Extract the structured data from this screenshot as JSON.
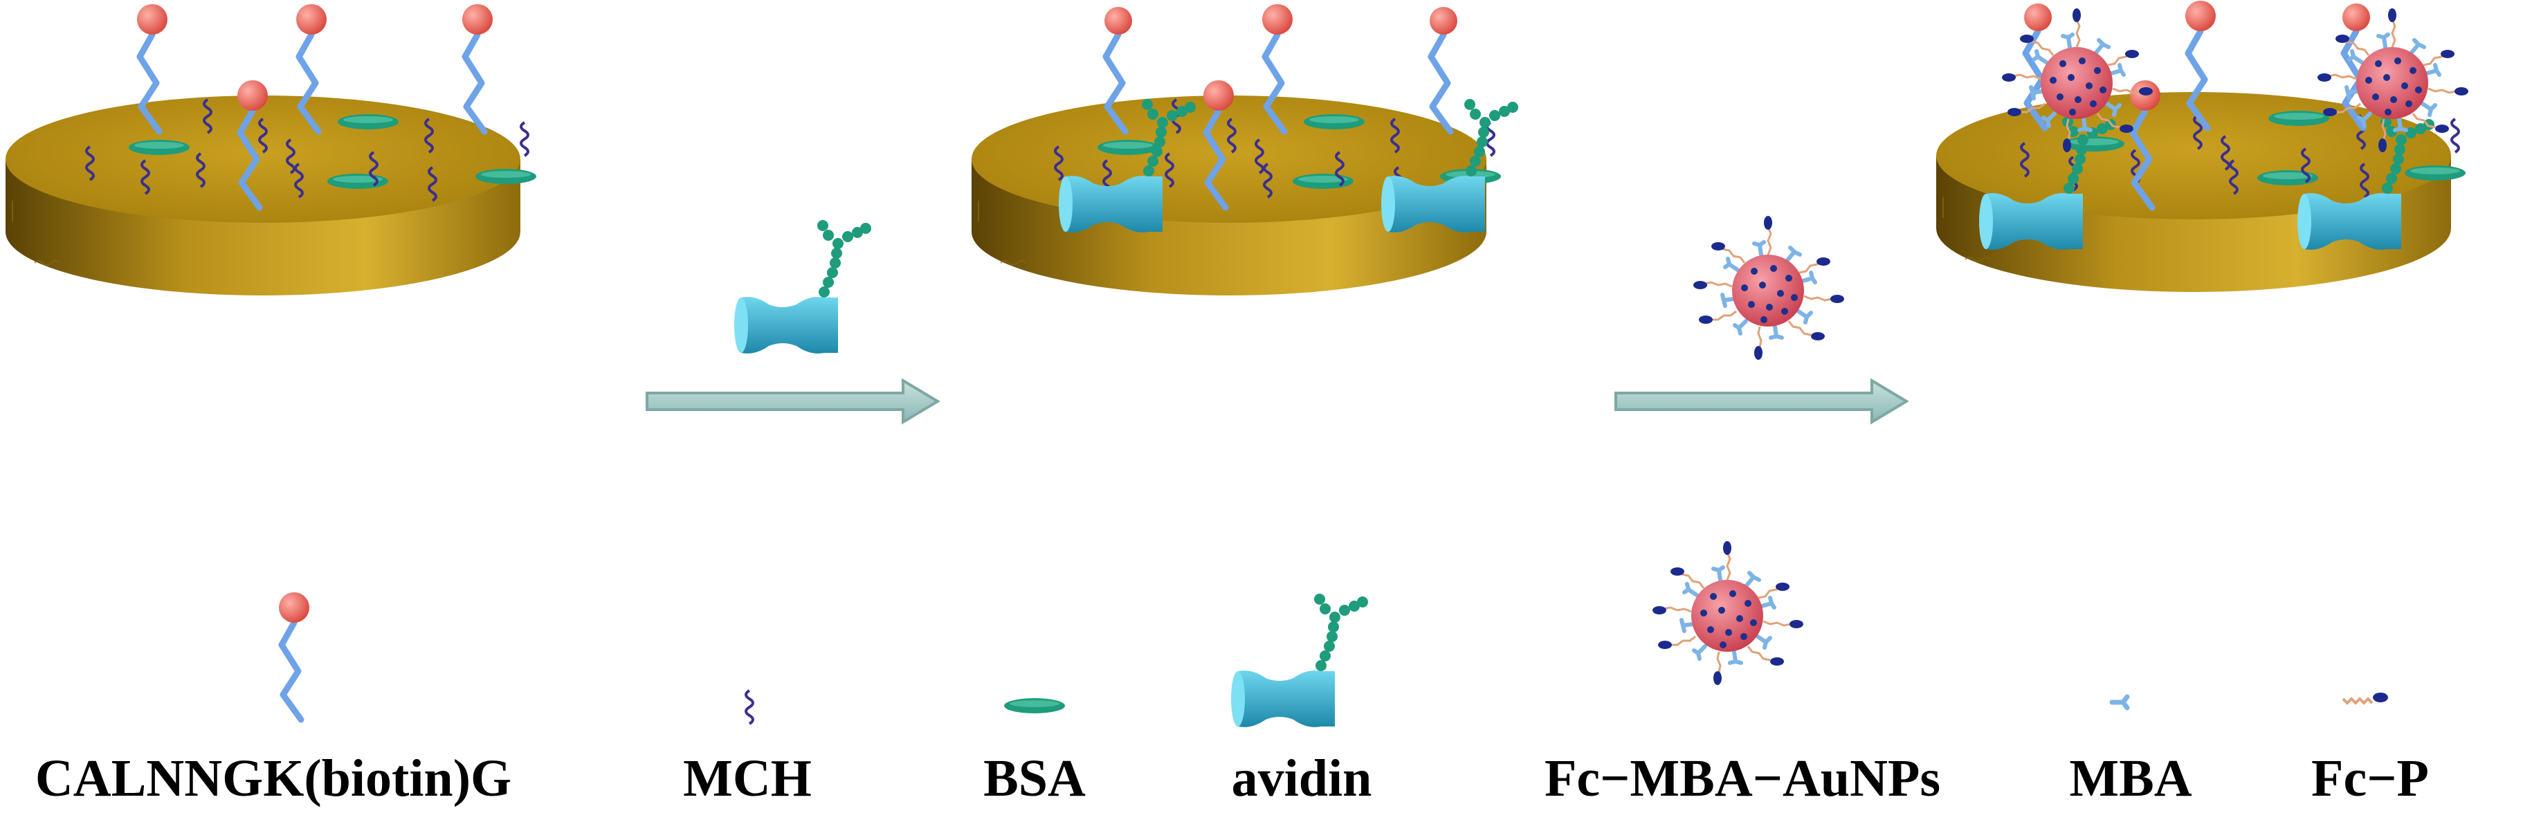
{
  "legend": {
    "peptide": "CALNNGK(biotin)G",
    "mch": "MCH",
    "bsa": "BSA",
    "avidin": "avidin",
    "nanoparticle": "Fc−MBA−AuNPs",
    "mba": "MBA",
    "fcp": "Fc−P"
  },
  "colors": {
    "gold_disk": "#C9A020",
    "gold_disk_edge": "#8A6A0A",
    "peptide_chain": "#6FA3E8",
    "biotin_ball": "#EE6B5F",
    "mch": "#3B2F8F",
    "bsa": "#1E9C7C",
    "avidin": "#35B8D6",
    "biotin_tail_beads": "#1E9C7C",
    "aunp_core": "#E9606A",
    "aunp_dots": "#1C2F8C",
    "mba_linker": "#7DB4E6",
    "fc_ferrocene": "#1C2A8E",
    "fc_chain": "#E0A27A",
    "arrow": "#A8CECB"
  }
}
